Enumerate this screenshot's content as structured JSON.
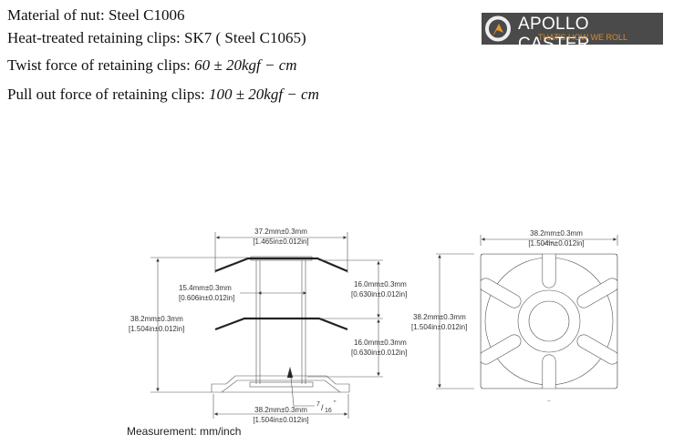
{
  "specs": {
    "nut_material": "Material of nut: Steel C1006",
    "clips_material": "Heat-treated retaining clips: SK7 ( Steel C1065)",
    "twist_label": "Twist force of retaining clips:",
    "twist_value": "60 ± 20kgf − cm",
    "pull_label": "Pull out force of retaining clips:",
    "pull_value": "100 ± 20kgf − cm"
  },
  "logo": {
    "name": "APOLLO CASTER",
    "tagline": "THAT'S HOW WE ROLL",
    "bg": "#4a4a4a",
    "accent": "#d98b2b"
  },
  "side_view": {
    "top_width_mm": "37.2mm±0.3mm",
    "top_width_in": "[1.465in±0.012in]",
    "stem_mm": "15.4mm±0.3mm",
    "stem_in": "[0.606in±0.012in]",
    "clip_gap1_mm": "16.0mm±0.3mm",
    "clip_gap1_in": "[0.630in±0.012in]",
    "clip_gap2_mm": "16.0mm±0.3mm",
    "clip_gap2_in": "[0.630in±0.012in]",
    "height_mm": "38.2mm±0.3mm",
    "height_in": "[1.504in±0.012in]",
    "base_mm": "38.2mm±0.3mm",
    "base_in": "[1.504in±0.012in]",
    "thread_num": "7",
    "thread_den": "16",
    "thread_unit": "\""
  },
  "top_view": {
    "width_mm": "38.2mm±0.3mm",
    "width_in": "[1.504in±0.012in]",
    "height_mm": "38.2mm±0.3mm",
    "height_in": "[1.504in±0.012in]"
  },
  "measurement_note": "Measurement: mm/inch"
}
